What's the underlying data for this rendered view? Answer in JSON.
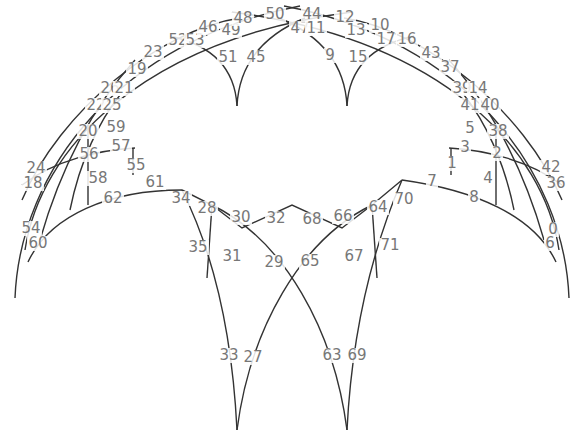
{
  "diagram": {
    "labels": [
      "52",
      "53",
      "46",
      "49",
      "48",
      "50",
      "47",
      "44",
      "11",
      "12",
      "13",
      "10",
      "17",
      "16",
      "51",
      "45",
      "9",
      "15",
      "23",
      "43",
      "19",
      "37",
      "26",
      "21",
      "39",
      "14",
      "22",
      "25",
      "41",
      "40",
      "20",
      "59",
      "5",
      "38",
      "56",
      "57",
      "3",
      "2",
      "24",
      "42",
      "18",
      "36",
      "55",
      "1",
      "58",
      "61",
      "4",
      "7",
      "62",
      "8",
      "34",
      "28",
      "30",
      "32",
      "68",
      "66",
      "64",
      "70",
      "54",
      "0",
      "60",
      "6",
      "35",
      "31",
      "29",
      "65",
      "67",
      "71",
      "33",
      "27",
      "63",
      "69"
    ]
  }
}
